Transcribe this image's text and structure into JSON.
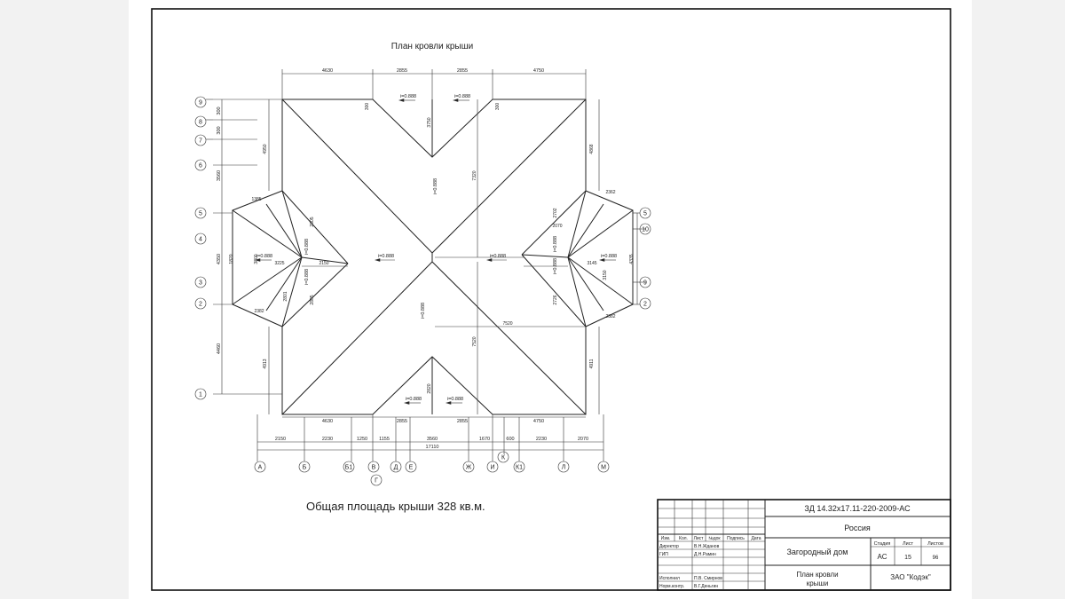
{
  "drawing": {
    "title": "План кровли крыши",
    "area_note": "Общая площадь крыши 328 кв.м.",
    "slope_label": "i=0.888",
    "top_dims": [
      "4630",
      "2855",
      "2855",
      "4750"
    ],
    "bottom_dims_upper": [
      "4630",
      "2855",
      "2855",
      "4750"
    ],
    "bottom_dims_lower": [
      "2150",
      "2230",
      "1250",
      "1155",
      "3560",
      "1670",
      "600",
      "2230",
      "2070"
    ],
    "total_width": "17110",
    "left_dims": [
      "300",
      "300",
      "3560",
      "4350",
      "4460"
    ],
    "inner_dims": [
      "4950",
      "4868",
      "4913",
      "4911",
      "7320",
      "7520",
      "7520",
      "3750",
      "2820",
      "3225",
      "3145",
      "2150",
      "2070",
      "3150",
      "2801",
      "2805",
      "2702",
      "2726",
      "2382",
      "2382",
      "1385",
      "2362",
      "2805",
      "1820",
      "3800",
      "4335",
      "300",
      "300"
    ],
    "left_axes": [
      "9",
      "8",
      "7",
      "6",
      "5",
      "4",
      "3",
      "2",
      "1"
    ],
    "right_axes": [
      "5",
      "10",
      "9",
      "2"
    ],
    "bottom_axes": [
      "А",
      "Б",
      "Б1",
      "В",
      "Г",
      "Д",
      "Е",
      "Ж",
      "И",
      "К",
      "К1",
      "Л",
      "М"
    ]
  },
  "title_block": {
    "doc_code": "ЗД 14.32х17.11-220-2009-АС",
    "country": "Россия",
    "object": "Загородный дом",
    "sheet_name_1": "План кровли",
    "sheet_name_2": "крыши",
    "company": "ЗАО \"Кодэк\"",
    "headers": [
      "Изм.",
      "Кол.",
      "Лист",
      "№док",
      "Подпись",
      "Дата"
    ],
    "stage_label": "Стадия",
    "sheet_label": "Лист",
    "sheets_label": "Листов",
    "stage": "АС",
    "sheet": "15",
    "sheets": "96",
    "roles": [
      {
        "role": "Директор",
        "name": "В.Н.Жданов"
      },
      {
        "role": "ГИП",
        "name": "Д.Н.Рамин"
      },
      {
        "role": "Исполнил",
        "name": "П.В. Смирнов"
      },
      {
        "role": "Норм.контр.",
        "name": "В.Г.Деньгин"
      }
    ]
  }
}
